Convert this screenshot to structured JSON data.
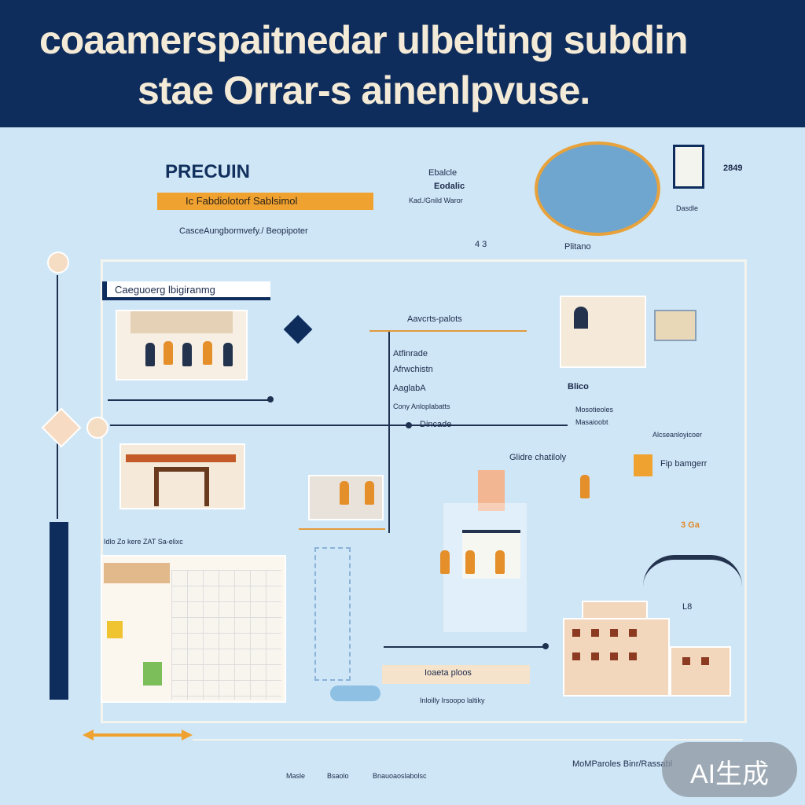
{
  "header": {
    "line1": "coaamerspaitnedar ulbelting subdin",
    "line2": "stae Orrar-s ainenlpvuse."
  },
  "top_left": {
    "title": "PRECUIN",
    "orange_bar": "Ic Fabdiolotorf Sablsimol",
    "subtext": "CasceAungbormvefy./ Beopipoter"
  },
  "top_center": {
    "line1": "Ebalcle",
    "line2": "Eodalic",
    "line3": "Kad./Gnild Waror",
    "num": "4 3"
  },
  "top_right": {
    "num": "2849",
    "small": "Dasdle",
    "label": "Plitano"
  },
  "frame_tag": "Caeguoerg lbigiranmg",
  "callouts": {
    "c1": "Aavcrts-palots",
    "c2": "Atfinrade",
    "c3": "Afrwchistn",
    "c4": "AaglabA",
    "c5": "Cony Anloplabatts",
    "c6": "Blico"
  },
  "mid_labels": {
    "center": "Dincade",
    "right1": "Mosotieoles",
    "right2": "Masaioobt",
    "right3": "Alcseanloyicoer",
    "gallery": "Glidre chatiloly",
    "sub": "Fip bamgerr",
    "value": "3 Ga",
    "row": "Idlo Zo kere ZAT Sa-elixc",
    "bottom_card": "Ioaeta ploos",
    "bottom_sub": "Inloilly Irsoopo laltiky",
    "num_br": "L8"
  },
  "footer": {
    "items": [
      "Masle",
      "Bsaolo",
      "Bnauoaoslabolsc"
    ],
    "right": "MoMParoles Binr/Rassabl"
  },
  "badge": "AI生成",
  "colors": {
    "navy": "#0f2d5c",
    "sky": "#cfe6f6",
    "orange": "#f0a230",
    "cream": "#f3ead7"
  }
}
